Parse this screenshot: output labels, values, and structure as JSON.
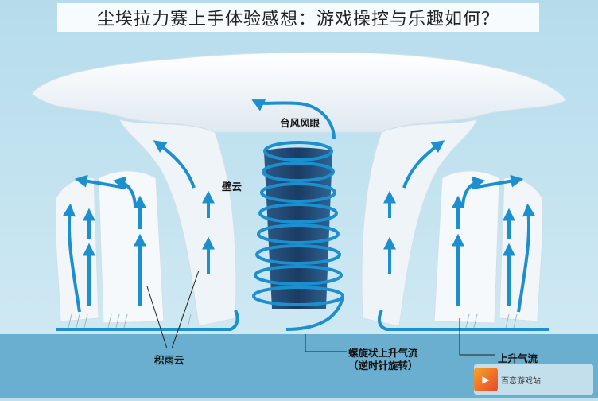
{
  "header": {
    "title": "尘埃拉力赛上手体验感想：游戏操控与乐趣如何？"
  },
  "diagram": {
    "labels": {
      "eye": "台风风眼",
      "eyewall": "壁云",
      "cumulonimbus": "积雨云",
      "spiral_line1": "螺旋状上升气流",
      "spiral_line2": "（逆时针旋转）",
      "updraft": "上升气流"
    },
    "colors": {
      "background": "#bfe1ee",
      "sea": "#6aaed0",
      "arrow": "#1c8fcf",
      "eye_core": "#1f4570",
      "cloud": "#f4f8fb"
    }
  },
  "watermark": {
    "text": "百恋游戏站",
    "icon": "game-site-logo"
  }
}
